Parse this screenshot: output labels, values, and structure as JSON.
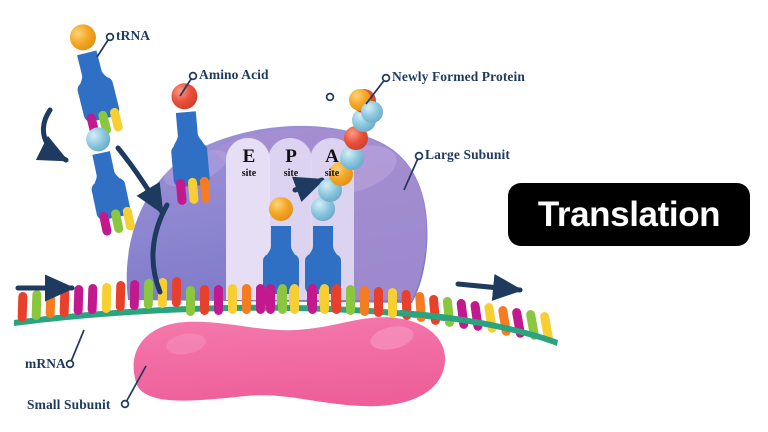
{
  "title_badge": {
    "text": "Translation"
  },
  "labels": {
    "trna": "tRNA",
    "amino_acid": "Amino Acid",
    "newly_formed_protein": "Newly Formed Protein",
    "large_subunit": "Large Subunit",
    "mrna": "mRNA",
    "small_subunit": "Small Subunit"
  },
  "ribosome_sites": [
    {
      "letter": "E",
      "sub": "site"
    },
    {
      "letter": "P",
      "sub": "site"
    },
    {
      "letter": "A",
      "sub": "site"
    }
  ],
  "colors": {
    "large_subunit": "#8581d0",
    "large_subunit_light": "#a98fd0",
    "site_slot": "#d9d2ee",
    "small_subunit": "#f0669e",
    "small_subunit_light": "#f58cb6",
    "trna_body": "#2f6fc4",
    "mrna_backbone": "#2aa37f",
    "label_text": "#1f3a5f",
    "arrow": "#1f3a5f",
    "badge_bg": "#000000",
    "badge_text": "#ffffff",
    "amino_orange": "#f5aráz"
  },
  "palette": {
    "amino_orange": "#f5a623",
    "amino_red": "#e8503a",
    "amino_blue": "#7fc3dd",
    "codon_red": "#e8402a",
    "codon_green": "#8bc63f",
    "codon_orange": "#f57c20",
    "codon_magenta": "#c2198f",
    "codon_yellow": "#f7cf33"
  },
  "mrna_codon_sequence": [
    "red",
    "green",
    "orange",
    "magenta",
    "yellow",
    "red",
    "magenta",
    "green",
    "yellow",
    "orange",
    "red",
    "magenta",
    "yellow",
    "green",
    "orange",
    "red",
    "magenta",
    "yellow",
    "green",
    "red",
    "orange",
    "magenta",
    "yellow",
    "green",
    "red",
    "orange",
    "magenta",
    "yellow",
    "green",
    "red",
    "magenta",
    "orange",
    "yellow",
    "green",
    "red",
    "magenta",
    "yellow",
    "orange",
    "green",
    "yellow"
  ],
  "trna_molecules": [
    {
      "name": "free-trna-upper-left",
      "amino_color": "orange",
      "anticodons": [
        "magenta",
        "green",
        "yellow"
      ]
    },
    {
      "name": "free-trna-lower-left",
      "amino_color": "blue",
      "anticodons": [
        "magenta",
        "green",
        "yellow"
      ]
    },
    {
      "name": "incoming-trna-amino-acid",
      "amino_color": "red",
      "anticodons": [
        "magenta",
        "yellow",
        "orange"
      ]
    },
    {
      "name": "trna-p-site",
      "amino_color": "orange",
      "anticodons": [
        "magenta",
        "green",
        "yellow"
      ]
    },
    {
      "name": "trna-a-site",
      "amino_color": "blue",
      "anticodons": [
        "magenta",
        "yellow",
        "red"
      ]
    }
  ],
  "polypeptide_chain": [
    "blue",
    "blue",
    "orange",
    "blue",
    "red",
    "blue",
    "red",
    "orange"
  ]
}
